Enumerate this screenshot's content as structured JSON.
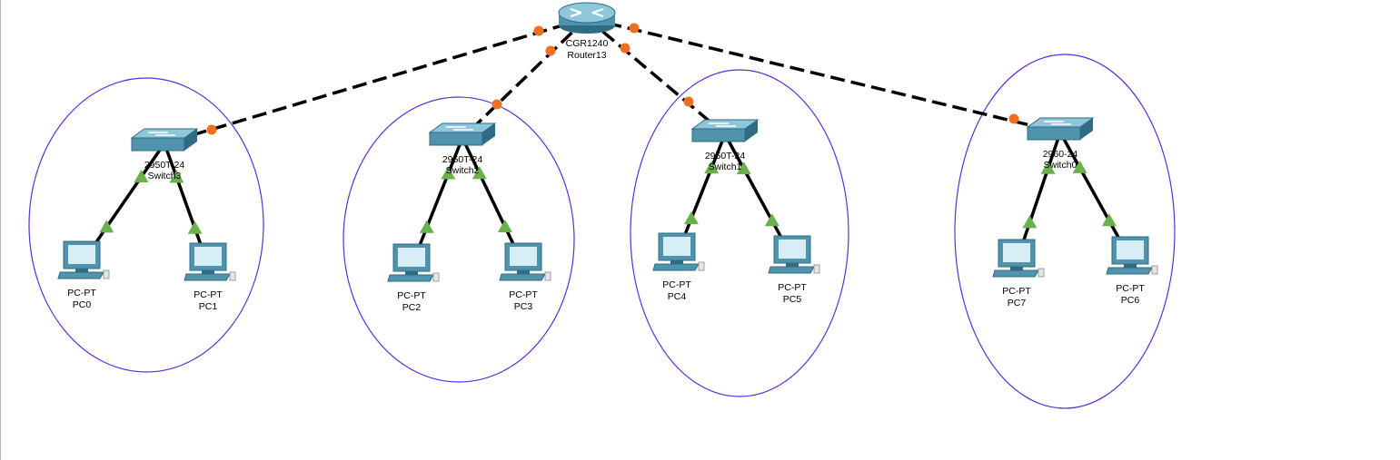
{
  "colors": {
    "link": "#000000",
    "port_up": "#6ab04c",
    "port_serial": "#f07020",
    "cluster_outline": "#5b2de0",
    "device_body": "#4f93ad",
    "device_top": "#8fc6da",
    "device_dark": "#2f6b84",
    "screen": "#d8eef6"
  },
  "router": {
    "model": "CGR1240",
    "name": "Router13",
    "icon": "router-icon"
  },
  "switches": [
    {
      "id": "sw3",
      "model": "2950T-24",
      "name": "Switch3",
      "icon": "switch-icon"
    },
    {
      "id": "sw2",
      "model": "2950T-24",
      "name": "Switch2",
      "icon": "switch-icon"
    },
    {
      "id": "sw1",
      "model": "2950T-24",
      "name": "Switch1",
      "icon": "switch-icon"
    },
    {
      "id": "sw0",
      "model": "2960-24",
      "name": "Switch0",
      "icon": "switch-icon"
    }
  ],
  "pcs": [
    {
      "id": "pc0",
      "model": "PC-PT",
      "name": "PC0",
      "icon": "pc-icon"
    },
    {
      "id": "pc1",
      "model": "PC-PT",
      "name": "PC1",
      "icon": "pc-icon"
    },
    {
      "id": "pc2",
      "model": "PC-PT",
      "name": "PC2",
      "icon": "pc-icon"
    },
    {
      "id": "pc3",
      "model": "PC-PT",
      "name": "PC3",
      "icon": "pc-icon"
    },
    {
      "id": "pc4",
      "model": "PC-PT",
      "name": "PC4",
      "icon": "pc-icon"
    },
    {
      "id": "pc5",
      "model": "PC-PT",
      "name": "PC5",
      "icon": "pc-icon"
    },
    {
      "id": "pc7",
      "model": "PC-PT",
      "name": "PC7",
      "icon": "pc-icon"
    },
    {
      "id": "pc6",
      "model": "PC-PT",
      "name": "PC6",
      "icon": "pc-icon"
    }
  ],
  "links": [
    {
      "from": "router",
      "to": "sw3",
      "style": "dashed"
    },
    {
      "from": "router",
      "to": "sw2",
      "style": "dashed"
    },
    {
      "from": "router",
      "to": "sw1",
      "style": "dashed"
    },
    {
      "from": "router",
      "to": "sw0",
      "style": "dashed"
    },
    {
      "from": "sw3",
      "to": "pc0",
      "style": "solid"
    },
    {
      "from": "sw3",
      "to": "pc1",
      "style": "solid"
    },
    {
      "from": "sw2",
      "to": "pc2",
      "style": "solid"
    },
    {
      "from": "sw2",
      "to": "pc3",
      "style": "solid"
    },
    {
      "from": "sw1",
      "to": "pc4",
      "style": "solid"
    },
    {
      "from": "sw1",
      "to": "pc5",
      "style": "solid"
    },
    {
      "from": "sw0",
      "to": "pc7",
      "style": "solid"
    },
    {
      "from": "sw0",
      "to": "pc6",
      "style": "solid"
    }
  ]
}
